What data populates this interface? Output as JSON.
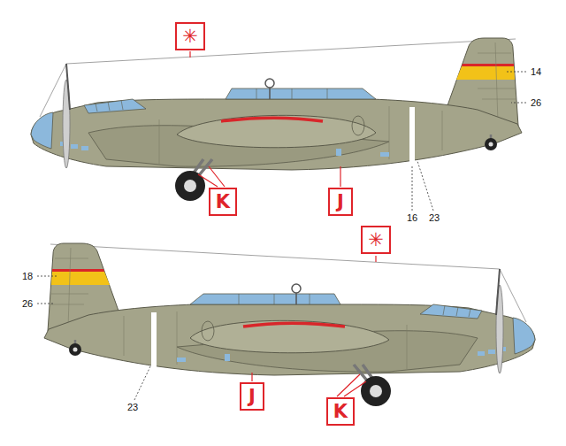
{
  "diagram": {
    "nodes": [
      {
        "text": [
          "✳"
        ]
      },
      {
        "text": [
          "K"
        ]
      },
      {
        "text": [
          "J"
        ]
      },
      {
        "text": [
          "✳"
        ]
      },
      {
        "text": [
          "J"
        ]
      },
      {
        "text": [
          "K"
        ]
      }
    ],
    "labels": [
      "14",
      "26",
      "16",
      "23",
      "18",
      "26",
      "23"
    ]
  }
}
